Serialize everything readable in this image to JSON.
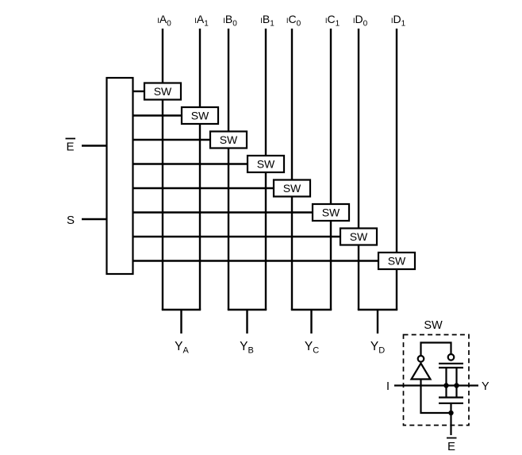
{
  "matrix": {
    "inputs": [
      {
        "prefix": "I",
        "letter": "A",
        "sub": "0"
      },
      {
        "prefix": "I",
        "letter": "A",
        "sub": "1"
      },
      {
        "prefix": "I",
        "letter": "B",
        "sub": "0"
      },
      {
        "prefix": "I",
        "letter": "B",
        "sub": "1"
      },
      {
        "prefix": "I",
        "letter": "C",
        "sub": "0"
      },
      {
        "prefix": "I",
        "letter": "C",
        "sub": "1"
      },
      {
        "prefix": "I",
        "letter": "D",
        "sub": "0"
      },
      {
        "prefix": "I",
        "letter": "D",
        "sub": "1"
      }
    ],
    "switch_label": "SW",
    "enable_label": "E",
    "enable_overbar": true,
    "select_label": "S",
    "outputs": [
      {
        "letter": "Y",
        "sub": "A"
      },
      {
        "letter": "Y",
        "sub": "B"
      },
      {
        "letter": "Y",
        "sub": "C"
      },
      {
        "letter": "Y",
        "sub": "D"
      }
    ]
  },
  "inset": {
    "title": "SW",
    "input_label": "I",
    "output_label": "Y",
    "enable_label": "E",
    "enable_overbar": true
  },
  "colors": {
    "line": "#000000",
    "background": "#ffffff"
  }
}
